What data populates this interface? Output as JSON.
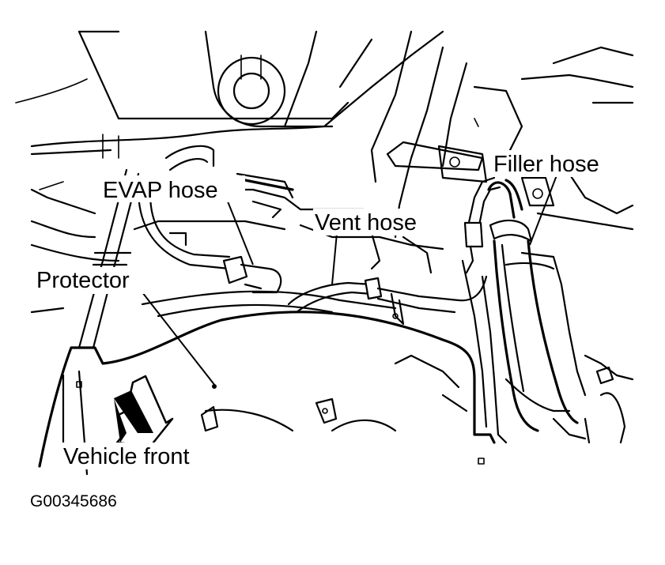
{
  "labels": {
    "filler_hose": "Filler hose",
    "evap_hose": "EVAP hose",
    "vent_hose": "Vent hose",
    "protector": "Protector",
    "vehicle_front": "Vehicle front"
  },
  "figure_id": "G00345686",
  "colors": {
    "line": "#000000",
    "background": "#ffffff"
  }
}
